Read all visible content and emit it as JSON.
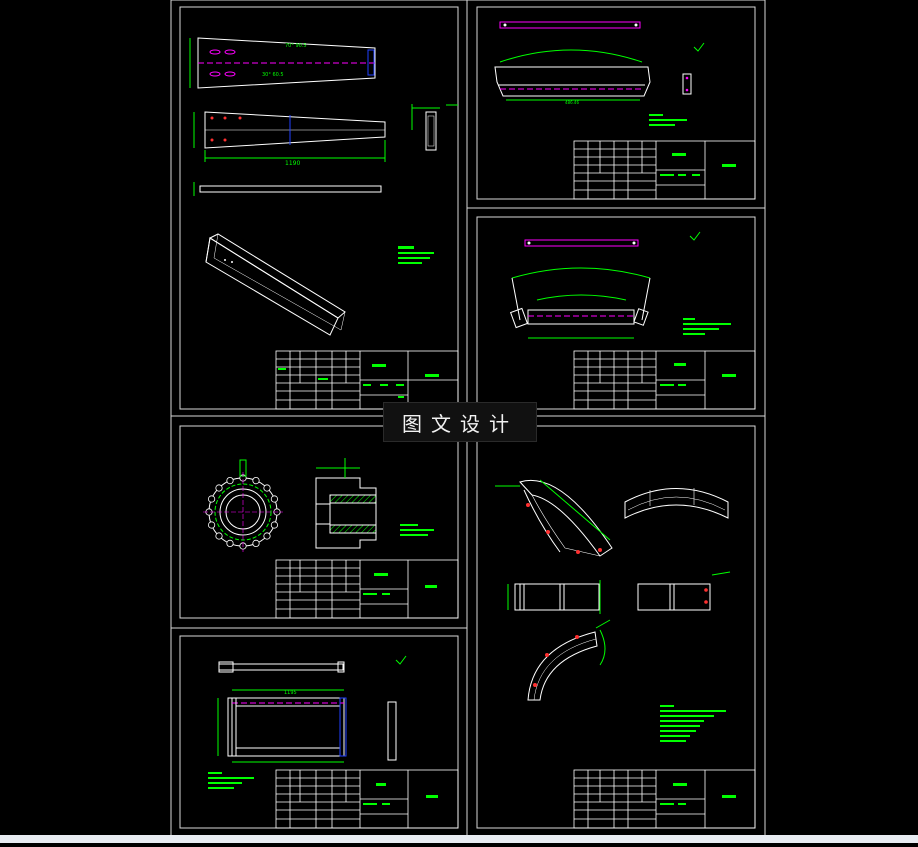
{
  "watermark": "图文设计",
  "colors": {
    "background": "#000000",
    "frame": "#d8d8d8",
    "geometry": "#ffffff",
    "dimension": "#00ff00",
    "centerline": "#ff00ff",
    "marker": "#ff3030",
    "blue_marker": "#2040ff"
  },
  "drawing_labels": {
    "sheet_1_length": "1190",
    "sheet_5_dim": "1195"
  }
}
